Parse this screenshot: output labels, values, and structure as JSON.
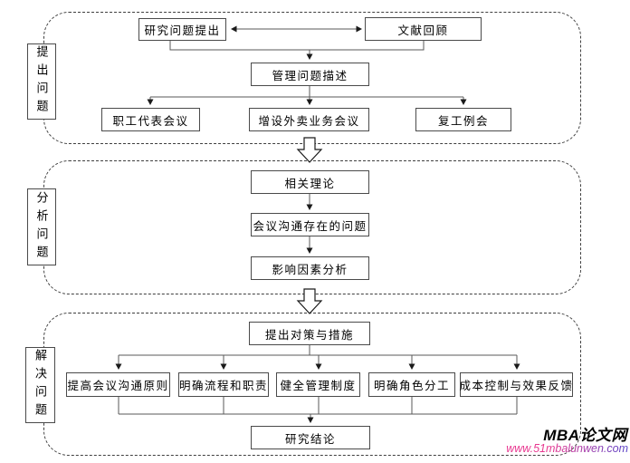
{
  "colors": {
    "line": "#4d4d4d",
    "box_border": "#4a4a4a",
    "watermark_brand": "#000000",
    "watermark_url_start": "#e8368f",
    "watermark_url_end": "#5742c8"
  },
  "watermark": {
    "brand": "MBA论文网",
    "url": "www.51mbalunwen.com"
  },
  "sections": [
    {
      "label": "提出问题",
      "boxes": {
        "research_question": "研究问题提出",
        "literature_review": "文献回顾",
        "problem_description": "管理问题描述",
        "staff_rep_meeting": "职工代表会议",
        "takeout_meeting": "增设外卖业务会议",
        "resumption_meeting": "复工例会"
      }
    },
    {
      "label": "分析问题",
      "boxes": {
        "related_theory": "相关理论",
        "communication_problems": "会议沟通存在的问题",
        "factor_analysis": "影响因素分析"
      }
    },
    {
      "label": "解决问题",
      "boxes": {
        "countermeasures": "提出对策与措施",
        "communication_principles": "提高会议沟通原则",
        "process_duties": "明确流程和职责",
        "management_system": "健全管理制度",
        "role_division": "明确角色分工",
        "cost_feedback": "成本控制与效果反馈",
        "conclusion": "研究结论"
      }
    }
  ]
}
